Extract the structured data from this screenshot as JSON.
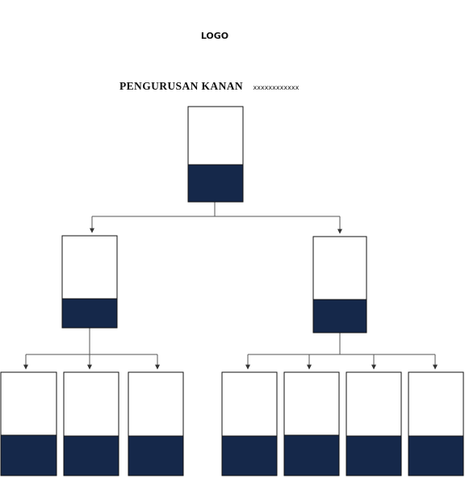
{
  "header": {
    "logo": "LOGO",
    "title": "PENGURUSAN KANAN",
    "title_name": "xxxxxxxxxxxx"
  },
  "colors": {
    "box_fill": "#ffffff",
    "name_band": "#15284a",
    "line": "#555555",
    "border": "#111111"
  },
  "org": {
    "levels": 3,
    "head_count": 1,
    "level2_count": 2,
    "level3_left_count": 3,
    "level3_right_count": 4
  }
}
